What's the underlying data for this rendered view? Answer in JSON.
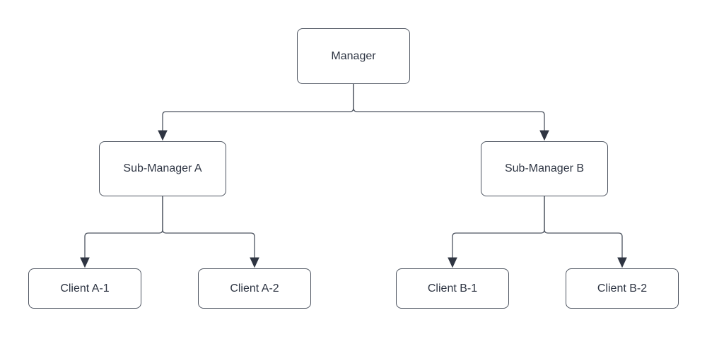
{
  "diagram": {
    "type": "org-chart",
    "background": "#ffffff",
    "colors": {
      "node_fill": "#ffffff",
      "node_border": "#4d5460",
      "connector_line": "#4d5460",
      "arrowhead": "#2f3542",
      "text": "#2e3543"
    },
    "nodes": [
      {
        "id": "manager",
        "label": "Manager",
        "level": 1
      },
      {
        "id": "sub-manager-a",
        "label": "Sub-Manager A",
        "level": 2
      },
      {
        "id": "sub-manager-b",
        "label": "Sub-Manager B",
        "level": 2
      },
      {
        "id": "client-a1",
        "label": "Client A-1",
        "level": 3
      },
      {
        "id": "client-a2",
        "label": "Client A-2",
        "level": 3
      },
      {
        "id": "client-b1",
        "label": "Client B-1",
        "level": 3
      },
      {
        "id": "client-b2",
        "label": "Client B-2",
        "level": 3
      }
    ],
    "edges": [
      {
        "from": "manager",
        "to": "sub-manager-a",
        "arrow": "filled-triangle"
      },
      {
        "from": "manager",
        "to": "sub-manager-b",
        "arrow": "filled-triangle"
      },
      {
        "from": "sub-manager-a",
        "to": "client-a1",
        "arrow": "filled-triangle"
      },
      {
        "from": "sub-manager-a",
        "to": "client-a2",
        "arrow": "filled-triangle"
      },
      {
        "from": "sub-manager-b",
        "to": "client-b1",
        "arrow": "filled-triangle"
      },
      {
        "from": "sub-manager-b",
        "to": "client-b2",
        "arrow": "filled-triangle"
      }
    ]
  }
}
